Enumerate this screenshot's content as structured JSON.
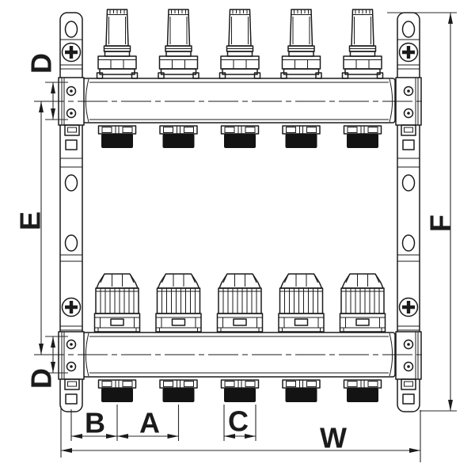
{
  "diagram": {
    "type": "technical line drawing",
    "subject": "5-port heating manifold with flow meters, valve actuators and mounting brackets, front view with dimension callouts",
    "port_count": 5,
    "colors": {
      "line": "#1b1b1b",
      "background": "#ffffff",
      "thread_fill": "#131313"
    },
    "labels": {
      "d_top": "D",
      "e": "E",
      "d_bottom": "D",
      "f": "F",
      "b": "B",
      "a": "A",
      "c": "C",
      "w": "W"
    }
  }
}
